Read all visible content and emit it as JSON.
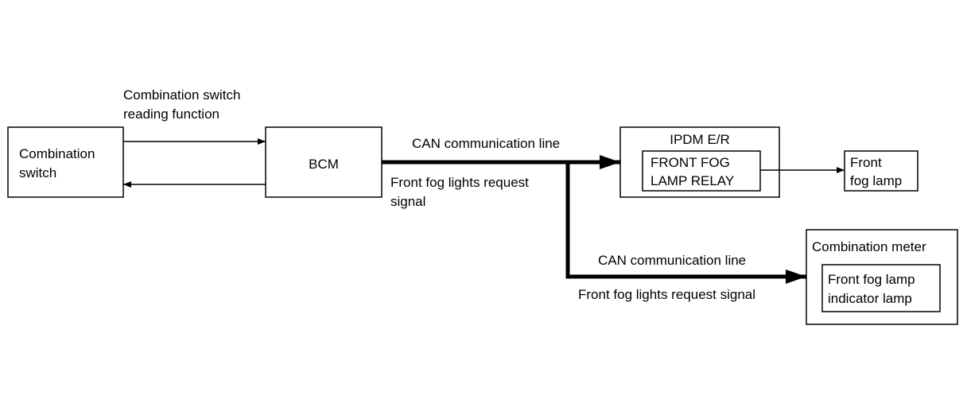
{
  "nodes": {
    "combination_switch": {
      "line1": "Combination",
      "line2": "switch"
    },
    "bcm": {
      "label": "BCM"
    },
    "ipdm": {
      "label": "IPDM E/R"
    },
    "front_fog_lamp_relay": {
      "line1": "FRONT FOG",
      "line2": "LAMP RELAY"
    },
    "front_fog_lamp": {
      "line1": "Front",
      "line2": "fog lamp"
    },
    "combination_meter": {
      "label": "Combination meter"
    },
    "front_fog_lamp_indicator": {
      "line1": "Front fog lamp",
      "line2": "indicator lamp"
    }
  },
  "labels": {
    "reading_function": {
      "line1": "Combination switch",
      "line2": "reading function"
    },
    "can_line_upper": "CAN communication line",
    "request_signal_upper": {
      "line1": "Front fog lights request",
      "line2": "signal"
    },
    "can_line_lower": "CAN communication line",
    "request_signal_lower": "Front fog lights request signal"
  }
}
